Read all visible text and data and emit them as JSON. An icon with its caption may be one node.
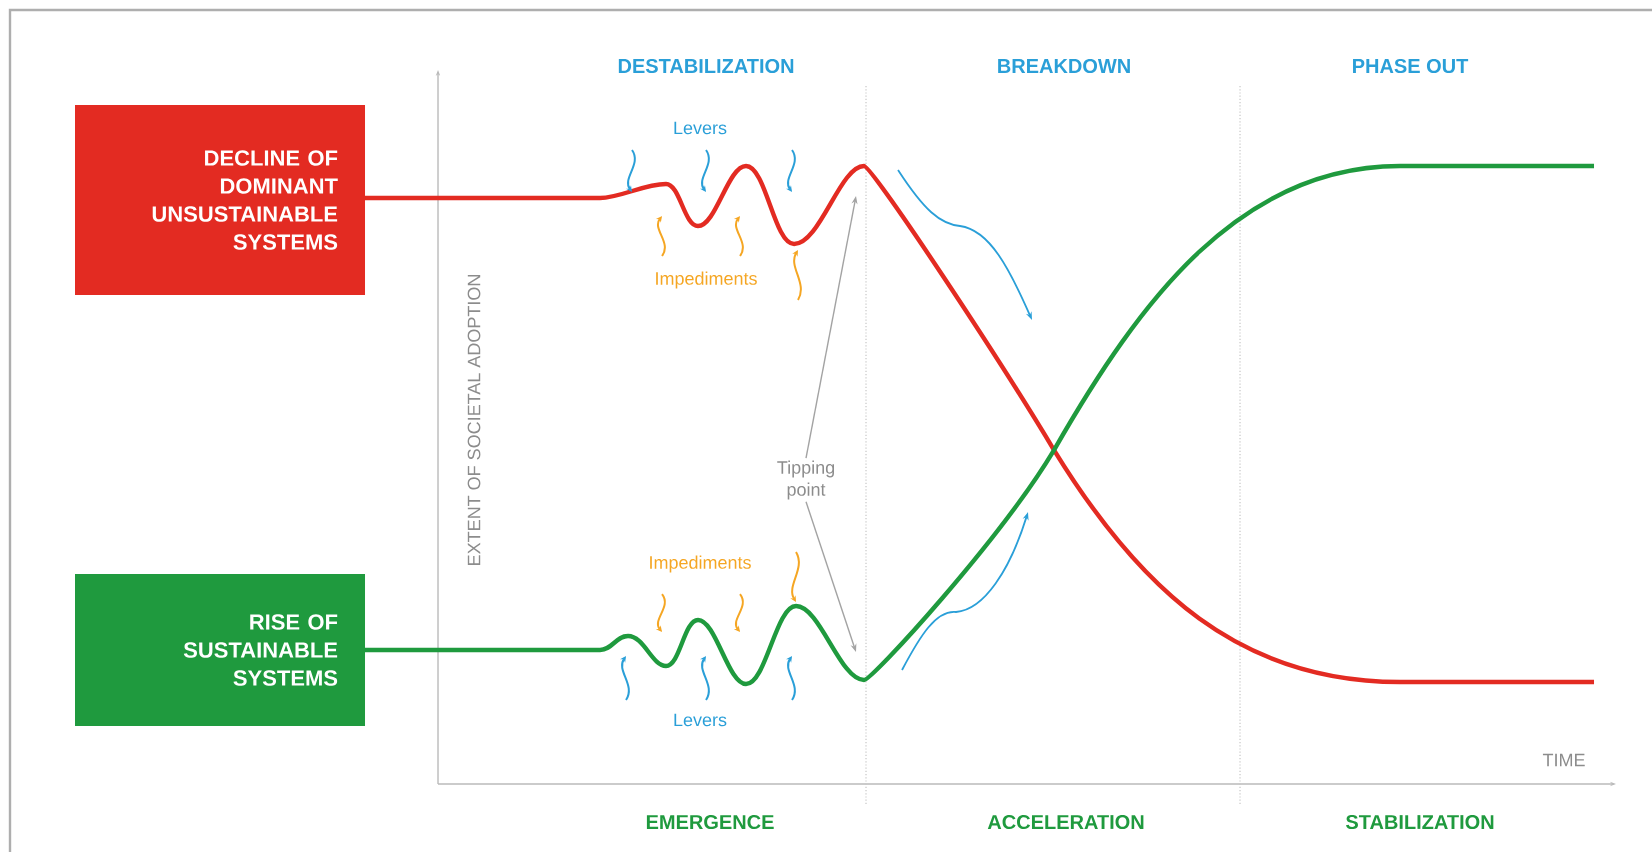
{
  "diagram": {
    "nodes": [
      {
        "text": [
          "DECLINE OF DOMINANT UNSUSTAINABLE SYSTEMS"
        ]
      },
      {
        "text": [
          "RISE OF SUSTAINABLE SYSTEMS"
        ]
      },
      {
        "text": [
          "Tipping point"
        ]
      }
    ],
    "edges": [
      {
        "from": 2,
        "to": null,
        "arrow": "to"
      },
      {
        "from": 2,
        "to": null,
        "arrow": "to"
      }
    ],
    "labels": [
      "DESTABILIZATION",
      "BREAKDOWN",
      "PHASE OUT",
      "Levers",
      "Impediments",
      "EXTENT OF SOCIETAL ADOPTION",
      "Impediments",
      "Levers",
      "TIME",
      "EMERGENCE",
      "ACCELERATION",
      "STABILIZATION"
    ]
  }
}
